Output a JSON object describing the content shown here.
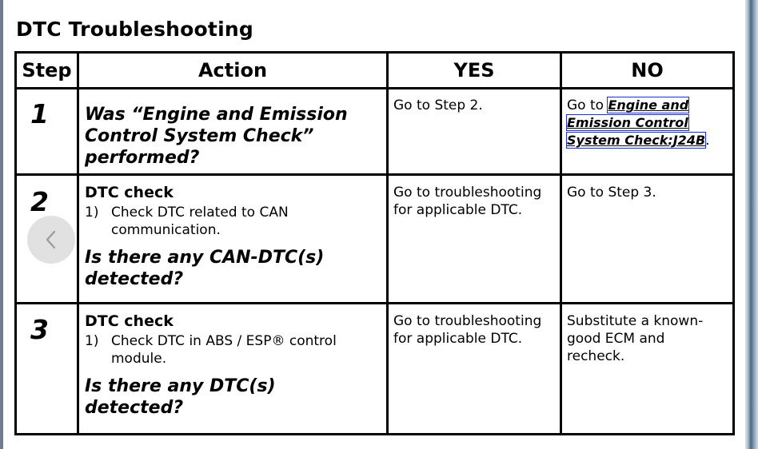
{
  "title": "DTC Troubleshooting",
  "table": {
    "headers": [
      "Step",
      "Action",
      "YES",
      "NO"
    ],
    "rows": [
      {
        "step": "1",
        "question": "Was “Engine and Emission Control System Check” performed?",
        "yes": "Go to Step 2.",
        "no_prefix": "Go to ",
        "no_link": "Engine and Emission Control System Check:J24B",
        "no_suffix": "."
      },
      {
        "step": "2",
        "heading": "DTC check",
        "item_num": "1)",
        "item_text": "Check DTC related to CAN communication.",
        "question": "Is there any CAN-DTC(s) detected?",
        "yes": "Go to troubleshooting for applicable DTC.",
        "no": "Go to Step 3."
      },
      {
        "step": "3",
        "heading": "DTC check",
        "item_num": "1)",
        "item_text": "Check DTC in ABS / ESP® control module.",
        "question": "Is there any DTC(s) detected?",
        "yes": "Go to troubleshooting for applicable DTC.",
        "no": "Substitute a known-good ECM and recheck."
      }
    ]
  },
  "nav": {
    "icon": "chevron-left-icon",
    "color": "#9a9a9a"
  }
}
